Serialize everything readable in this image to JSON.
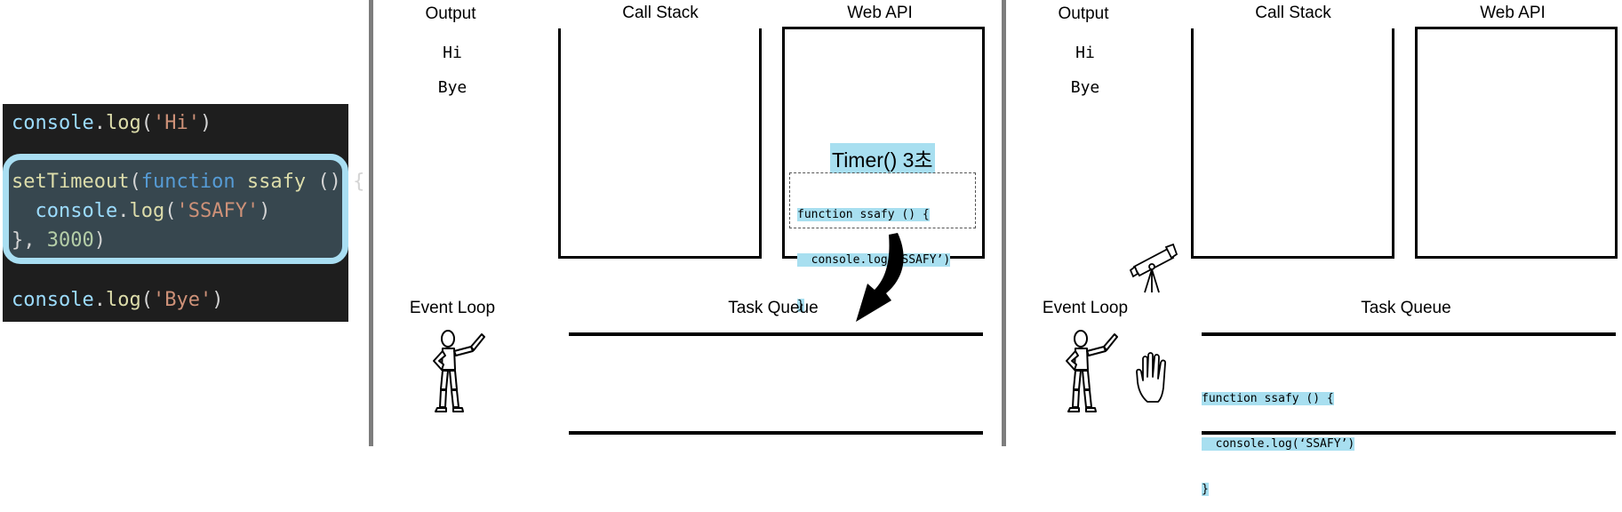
{
  "code": {
    "line1": [
      {
        "t": "console",
        "c": "t-var"
      },
      {
        "t": ".",
        "c": "t-pl"
      },
      {
        "t": "log",
        "c": "t-fn"
      },
      {
        "t": "(",
        "c": "t-pl"
      },
      {
        "t": "'Hi'",
        "c": "t-str"
      },
      {
        "t": ")",
        "c": "t-pl"
      }
    ],
    "line2": [
      {
        "t": "setTimeout",
        "c": "t-fn"
      },
      {
        "t": "(",
        "c": "t-pl"
      },
      {
        "t": "function",
        "c": "t-kw"
      },
      {
        "t": " ssafy ",
        "c": "t-fn"
      },
      {
        "t": "() {",
        "c": "t-pl"
      }
    ],
    "line3": [
      {
        "t": "  console",
        "c": "t-var"
      },
      {
        "t": ".",
        "c": "t-pl"
      },
      {
        "t": "log",
        "c": "t-fn"
      },
      {
        "t": "(",
        "c": "t-pl"
      },
      {
        "t": "'SSAFY'",
        "c": "t-str"
      },
      {
        "t": ")",
        "c": "t-pl"
      }
    ],
    "line4": [
      {
        "t": "}, ",
        "c": "t-pl"
      },
      {
        "t": "3000",
        "c": "t-num"
      },
      {
        "t": ")",
        "c": "t-pl"
      }
    ],
    "line5": [
      {
        "t": "console",
        "c": "t-var"
      },
      {
        "t": ".",
        "c": "t-pl"
      },
      {
        "t": "log",
        "c": "t-fn"
      },
      {
        "t": "(",
        "c": "t-pl"
      },
      {
        "t": "'Bye'",
        "c": "t-str"
      },
      {
        "t": ")",
        "c": "t-pl"
      }
    ]
  },
  "panel1": {
    "output_label": "Output",
    "output_lines": [
      "Hi",
      "Bye"
    ],
    "call_stack_label": "Call Stack",
    "web_api_label": "Web API",
    "timer_label": "Timer() 3초",
    "web_api_snippet": [
      "function ssafy () {",
      "  console.log(‘SSAFY’)",
      "}"
    ],
    "event_loop_label": "Event Loop",
    "task_queue_label": "Task Queue"
  },
  "panel2": {
    "output_label": "Output",
    "output_lines": [
      "Hi",
      "Bye"
    ],
    "call_stack_label": "Call Stack",
    "web_api_label": "Web API",
    "event_loop_label": "Event Loop",
    "task_queue_label": "Task Queue",
    "queue_snippet": [
      "function ssafy () {",
      "  console.log(‘SSAFY’)",
      "}"
    ]
  },
  "colors": {
    "highlight": "#a8dff0",
    "code_bg": "#1e1e1e",
    "code_focus_border": "#a9def2"
  },
  "icons": [
    "mannequin-icon",
    "curved-arrow-icon",
    "telescope-icon",
    "hand-icon"
  ]
}
